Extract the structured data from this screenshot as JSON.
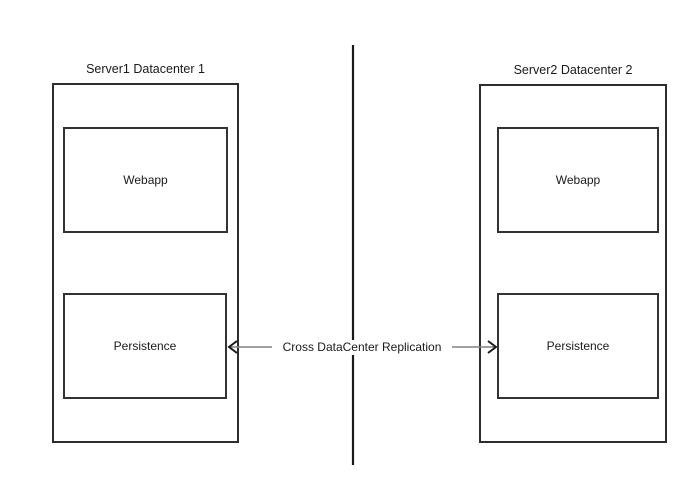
{
  "diagram": {
    "datacenter1": {
      "title": "Server1 Datacenter 1",
      "webapp": "Webapp",
      "persistence": "Persistence"
    },
    "datacenter2": {
      "title": "Server2 Datacenter 2",
      "webapp": "Webapp",
      "persistence": "Persistence"
    },
    "replication": {
      "label": "Cross DataCenter Replication"
    },
    "colors": {
      "background": "#ffffff",
      "box_stroke": "#2d2d2d",
      "inner_box_stroke": "#333333",
      "text": "#1a1a1a",
      "arrow_line": "#808080",
      "arrow_head": "#1a1a1a",
      "divider": "#1a1a1a"
    }
  }
}
